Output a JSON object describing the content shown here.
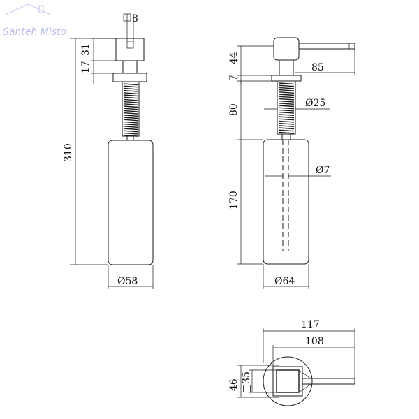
{
  "watermark": {
    "text": "Santeh Misto",
    "color": "#b9bfe6"
  },
  "dimensions": {
    "front_view": {
      "square_top": "8",
      "head_height": "31",
      "neck_height": "17",
      "total_height": "310",
      "bottle_diameter": "Ø58"
    },
    "side_view": {
      "head_height": "44",
      "spout_reach": "85",
      "flange_thickness": "7",
      "thread_length": "80",
      "thread_diameter": "Ø25",
      "tube_diameter": "Ø7",
      "bottle_height": "170",
      "bottle_diameter": "Ø64"
    },
    "top_view": {
      "overall_length": "117",
      "spout_length": "108",
      "flange_size": "46",
      "head_square": "□35"
    }
  },
  "colors": {
    "line": "#1a1a1a",
    "background": "#ffffff"
  }
}
